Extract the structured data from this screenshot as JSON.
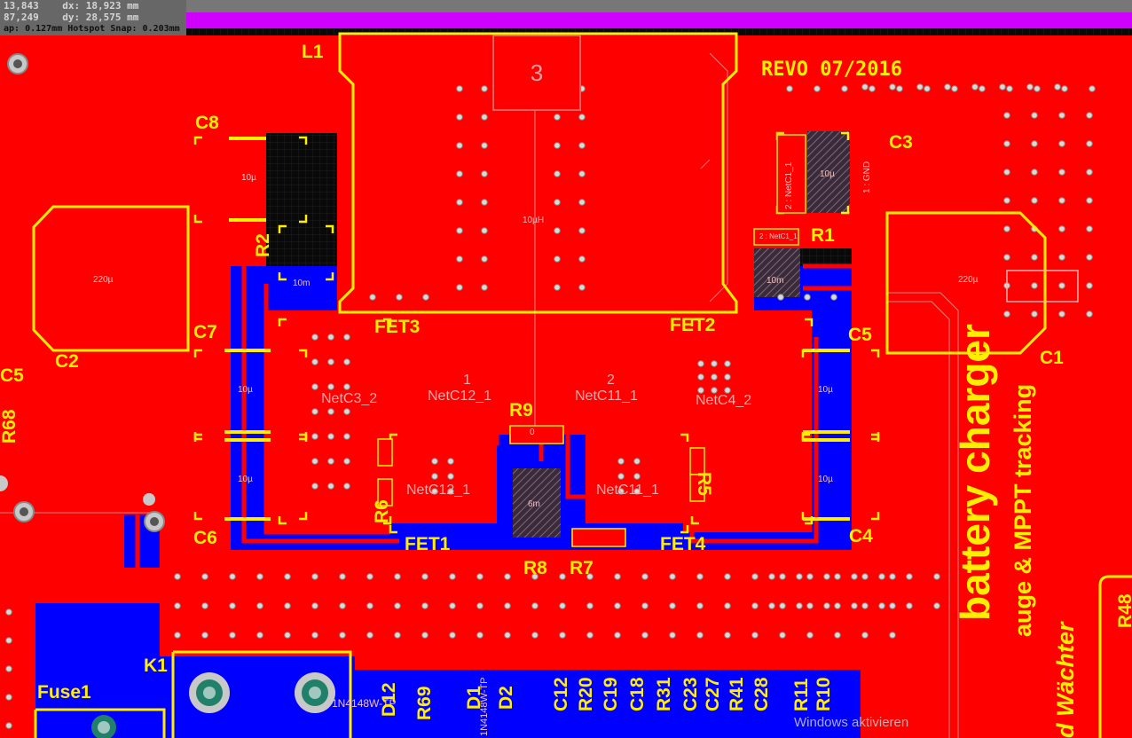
{
  "hud": {
    "line1": "13,843    dx: 18,923 mm",
    "line2": "87,249    dy: 28,575 mm",
    "line3": "ap: 0.127mm Hotspot Snap: 0.203mm"
  },
  "board": {
    "revision": "REVO 07/2016",
    "title_line1": "battery charger",
    "title_line2": "auge & MPPT tracking",
    "title_line3": "d Wächter",
    "pad_number": "3"
  },
  "designators": {
    "L1": "L1",
    "C8": "C8",
    "C3": "C3",
    "R2": "R2",
    "R1": "R1",
    "C7": "C7",
    "FET3": "FET3",
    "FET2": "FET2",
    "C5": "C5",
    "C5b": "C5",
    "C2": "C2",
    "C1": "C1",
    "R9": "R9",
    "R5": "R5",
    "R6": "R6",
    "C6": "C6",
    "C4": "C4",
    "FET1": "FET1",
    "R8": "R8",
    "R7": "R7",
    "FET4": "FET4",
    "K1": "K1",
    "Fuse1": "Fuse1",
    "D12": "D12",
    "R69": "R69",
    "D1": "D1",
    "D2": "D2",
    "C12": "C12",
    "R20": "R20",
    "C19": "C19",
    "C18": "C18",
    "R31": "R31",
    "C23": "C23",
    "C27": "C27",
    "R41": "R41",
    "C28": "C28",
    "R11": "R11",
    "R10": "R10",
    "R68": "R68",
    "R48": "R48"
  },
  "nets": {
    "netc12": "NetC12_1",
    "netc11": "NetC11_1",
    "pad1": "1",
    "pad2": "2",
    "netc3_2": "NetC3_2",
    "netc4_2": "NetC4_2",
    "netc12b": "NetC12_1",
    "netc11b": "NetC11_1",
    "netc1_1v": "2 : NetC1_1",
    "gnd_v": "1 : GND",
    "netc1_1h": "2 : NetC1_1",
    "diode_ref": "1N4148W-TP",
    "d_part": "1N4148W-TP"
  },
  "values": {
    "c8": "10µ",
    "c7": "10µ",
    "c6": "10µ",
    "c3": "10µ",
    "c5": "10µ",
    "c4": "10µ",
    "l1": "10µH",
    "c2": "220µ",
    "c1": "220µ",
    "r1": "10m",
    "r2": "10m",
    "r8": "6m",
    "r9": "0"
  },
  "watermark": "Windows aktivieren",
  "colors": {
    "copper_top": "#ff0000",
    "copper_bottom": "#0000ff",
    "silkscreen": "#ffee00",
    "via": "#c8c8c8",
    "background": "#0a0a0a"
  }
}
